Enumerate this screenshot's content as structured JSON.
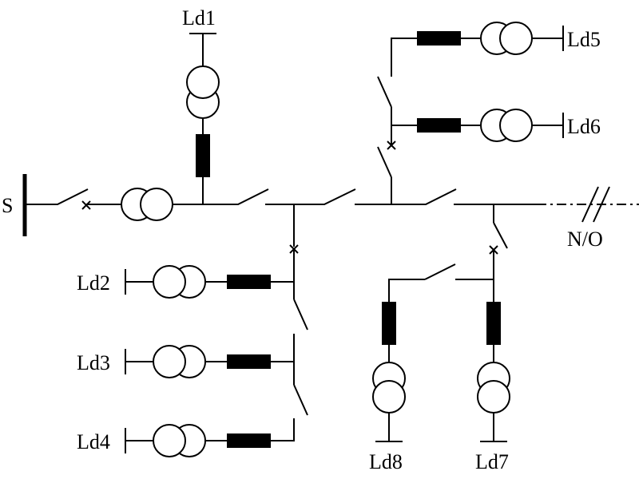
{
  "source_label": "S",
  "normally_open_label": "N/O",
  "loads": {
    "ld1": "Ld1",
    "ld2": "Ld2",
    "ld3": "Ld3",
    "ld4": "Ld4",
    "ld5": "Ld5",
    "ld6": "Ld6",
    "ld7": "Ld7",
    "ld8": "Ld8"
  }
}
